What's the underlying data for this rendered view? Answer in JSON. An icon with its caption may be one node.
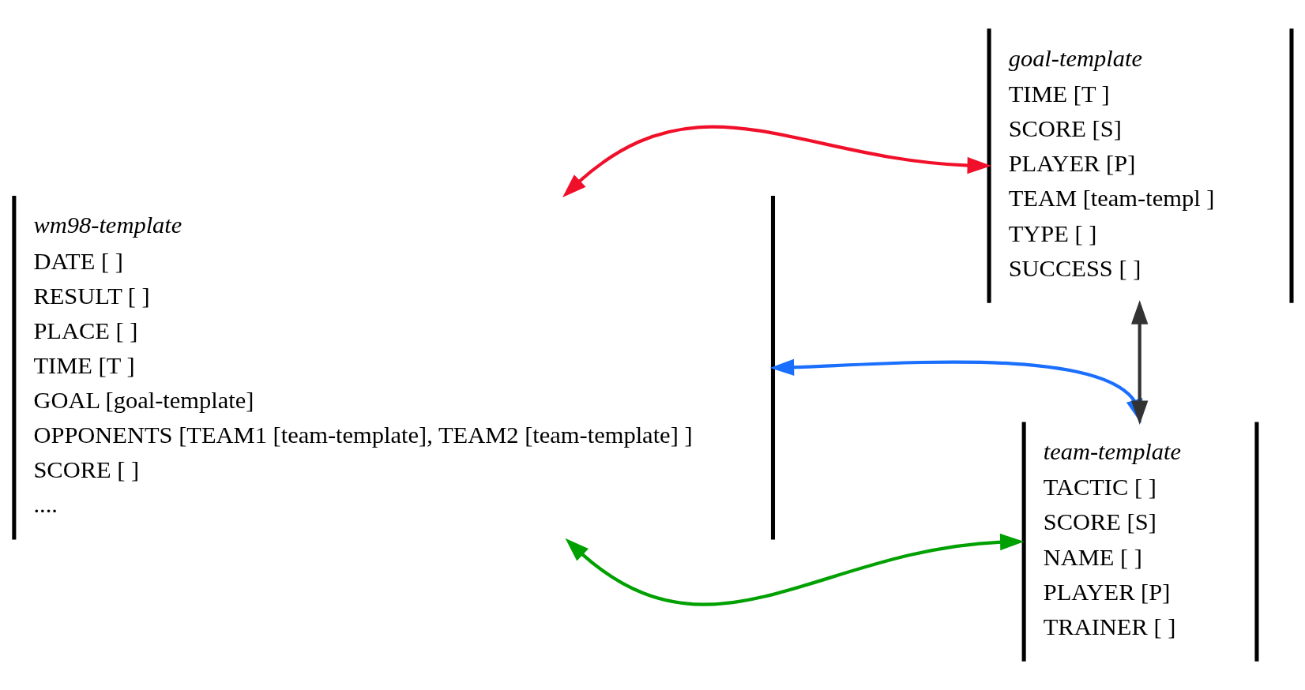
{
  "diagram": {
    "nodes": [
      {
        "text": [
          "wm98-template",
          "DATE [ ]",
          "RESULT [ ]",
          "PLACE [ ]",
          "TIME [T ]",
          "GOAL [goal-template]",
          "OPPONENTS [TEAM1 [team-template], TEAM2 [team-template] ]",
          "SCORE [ ]",
          "...."
        ]
      },
      {
        "text": [
          "goal-template",
          "TIME [T ]",
          "SCORE [S]",
          "PLAYER [P]",
          "TEAM [team-templ ]",
          "TYPE [ ]",
          "SUCCESS [ ]"
        ]
      },
      {
        "text": [
          "team-template",
          "TACTIC [ ]",
          "SCORE [S]",
          "NAME [ ]",
          "PLAYER [P]",
          "TRAINER [ ]"
        ]
      }
    ],
    "edges": [
      {
        "from": 1,
        "to": 0,
        "arrow": "both",
        "color": "#f0102a"
      },
      {
        "from": 0,
        "to": 2,
        "arrow": "both",
        "color": "#1a6fff"
      },
      {
        "from": 0,
        "to": 2,
        "arrow": "both",
        "color": "#00a000"
      },
      {
        "from": 1,
        "to": 2,
        "arrow": "both",
        "color": "#333333"
      }
    ]
  }
}
